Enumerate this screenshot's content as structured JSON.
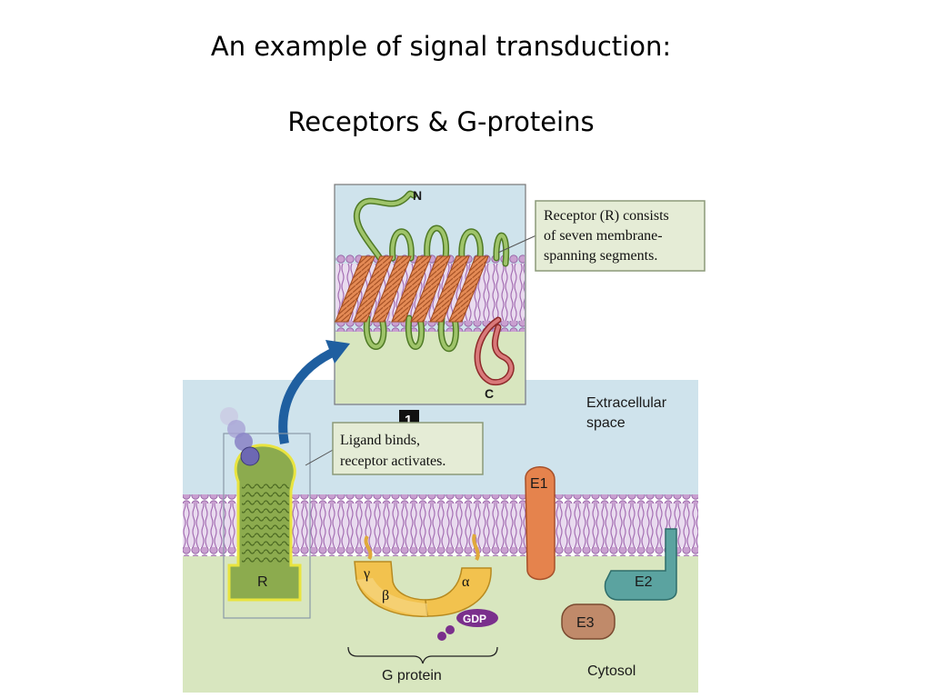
{
  "title_line1": "An example of signal transduction:",
  "title_line2": "Receptors & G-proteins",
  "diagram": {
    "inset_n_label": "N",
    "inset_c_label": "C",
    "callout_receptor": [
      "Receptor (R) consists",
      "of seven membrane-",
      "spanning segments."
    ],
    "step_number": "1",
    "callout_ligand": [
      "Ligand binds,",
      "receptor activates."
    ],
    "extracellular_label": [
      "Extracellular",
      "space"
    ],
    "cytosol_label": "Cytosol",
    "receptor_label": "R",
    "e1_label": "E1",
    "e2_label": "E2",
    "e3_label": "E3",
    "gamma_label": "γ",
    "beta_label": "β",
    "alpha_label": "α",
    "gdp_label": "GDP",
    "gprotein_label": "G protein"
  },
  "colors": {
    "extracellular_bg": "#cfe3ec",
    "cytosol_bg": "#d8e6bf",
    "membrane_head": "#c9a0d0",
    "membrane_tail": "#a56fb3",
    "receptor_green": "#8cab4e",
    "helix_orange": "#e48a55",
    "e1_orange": "#e5834d",
    "e2_teal": "#5ba3a0",
    "e3_brown": "#c08a6a",
    "gprotein_yellow": "#f2c24e",
    "gdp_purple": "#7a2f8c",
    "arrow_blue": "#1f5fa0"
  }
}
